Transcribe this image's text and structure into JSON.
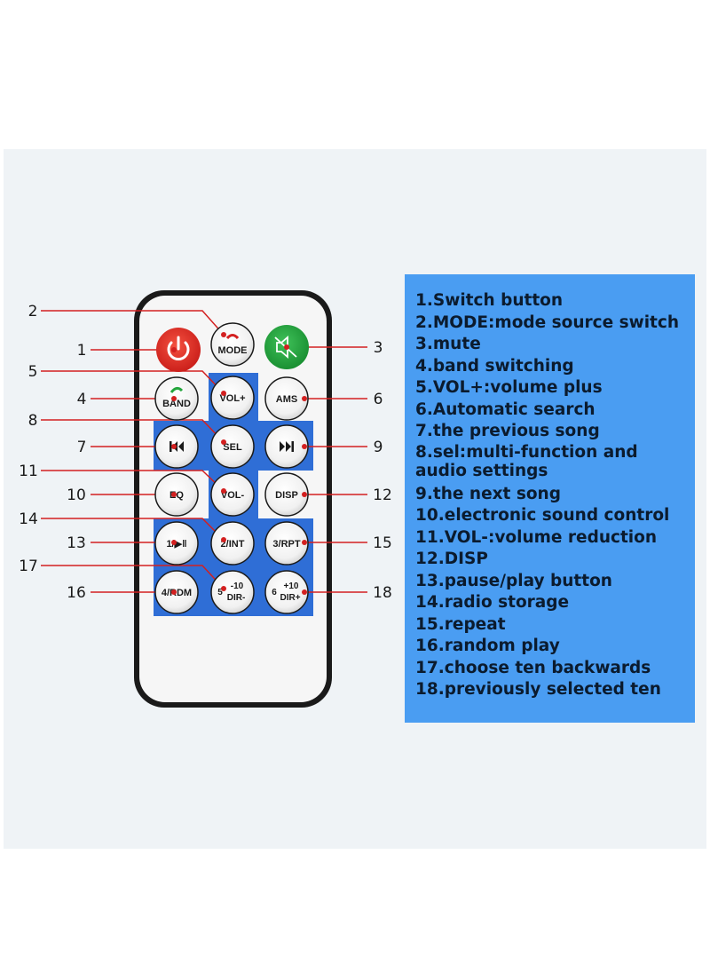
{
  "remote": {
    "buttons": {
      "mode": "MODE",
      "band": "BAND",
      "vol_plus": "VOL+",
      "ams": "AMS",
      "sel": "SEL",
      "eq": "EQ",
      "vol_minus": "VOL-",
      "disp": "DISP",
      "play": "1/▶ǁ",
      "int": "2/INT",
      "rpt": "3/RPT",
      "rdm": "4/RDM",
      "dir_minus_num": "5",
      "dir_minus_top": "-10",
      "dir_minus_bottom": "DIR-",
      "dir_plus_num": "6",
      "dir_plus_top": "+10",
      "dir_plus_bottom": "DIR+"
    },
    "callouts": [
      "1",
      "2",
      "3",
      "4",
      "5",
      "6",
      "7",
      "8",
      "9",
      "10",
      "11",
      "12",
      "13",
      "14",
      "15",
      "16",
      "17",
      "18"
    ]
  },
  "legend": {
    "items": [
      "1.Switch button",
      "2.MODE:mode source switch",
      "3.mute",
      "4.band switching",
      "5.VOL+:volume plus",
      "6.Automatic search",
      "7.the previous song",
      "8.sel:multi-function and audio settings",
      "9.the next song",
      "10.electronic sound control",
      "11.VOL-:volume reduction",
      "12.DISP",
      "13.pause/play button",
      "14.radio storage",
      "15.repeat",
      "16.random play",
      "17.choose ten backwards",
      "18.previously selected ten"
    ]
  },
  "colors": {
    "power": "#e02a24",
    "mute": "#23a53c",
    "key_panel": "#2f6ed6",
    "legend_bg": "#4a9df2",
    "callout_line": "#d32020"
  }
}
